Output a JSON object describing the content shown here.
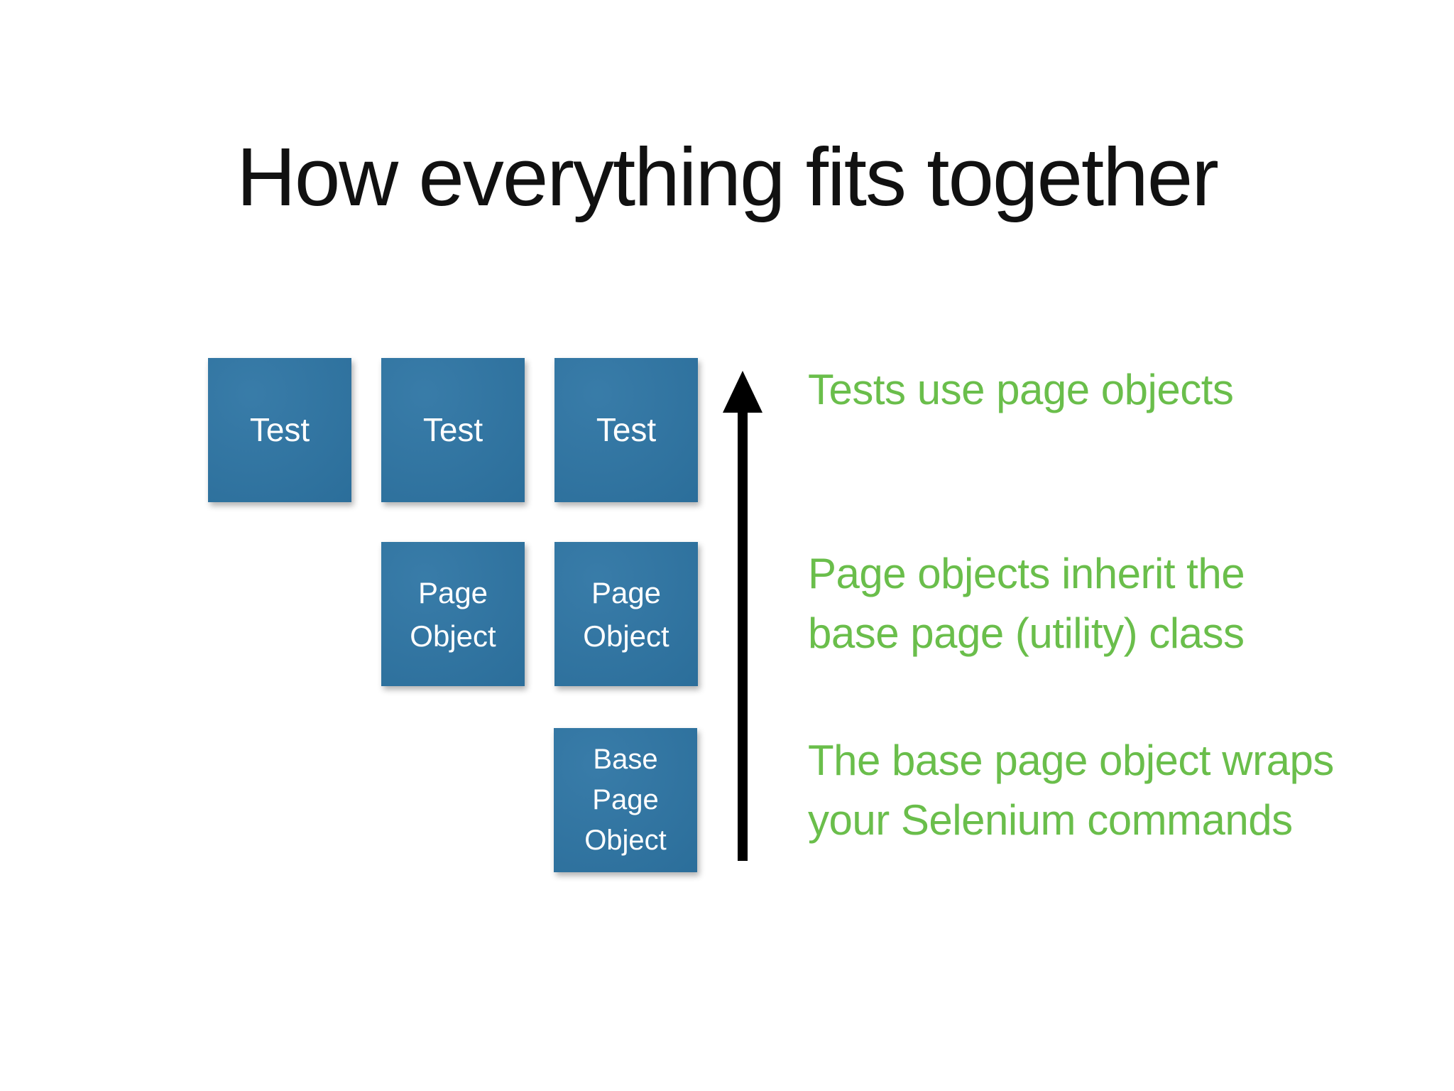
{
  "slide": {
    "title": "How everything fits together",
    "boxes": [
      {
        "id": "test-1",
        "label": "Test"
      },
      {
        "id": "test-2",
        "label": "Test"
      },
      {
        "id": "test-3",
        "label": "Test"
      },
      {
        "id": "page-object-1",
        "label": "Page Object"
      },
      {
        "id": "page-object-2",
        "label": "Page Object"
      },
      {
        "id": "base-page-object",
        "label": "Base Page Object"
      }
    ],
    "arrow": {
      "direction": "up",
      "color": "#000000"
    },
    "annotations": [
      {
        "lines": [
          "Tests use page objects"
        ]
      },
      {
        "lines": [
          "Page objects inherit the",
          "base page (utility) class"
        ]
      },
      {
        "lines": [
          "The base page object wraps",
          "your Selenium commands"
        ]
      }
    ],
    "colors": {
      "background": "#FFFFFF",
      "box_fill": "#2E75A4",
      "box_text": "#FFFFFF",
      "annotation_green": "#6ABE4B",
      "title_text": "#111111",
      "arrow": "#000000"
    }
  }
}
